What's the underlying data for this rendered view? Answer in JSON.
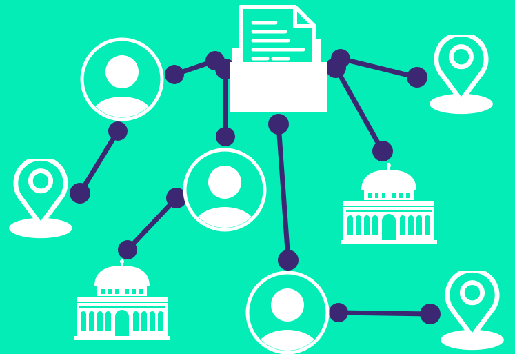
{
  "colors": {
    "background": "#05EDB7",
    "connector": "#3C2872",
    "foreground": "#FFFFFF"
  },
  "diagram": {
    "central_node": {
      "icon": "document-folder-icon"
    },
    "people": [
      {
        "id": "p1",
        "icon": "person-avatar-icon"
      },
      {
        "id": "p2",
        "icon": "person-avatar-icon"
      },
      {
        "id": "p3",
        "icon": "person-avatar-icon"
      }
    ],
    "locations": [
      {
        "id": "l1",
        "icon": "location-pin-icon"
      },
      {
        "id": "l2",
        "icon": "location-pin-icon"
      },
      {
        "id": "l3",
        "icon": "location-pin-icon"
      }
    ],
    "buildings": [
      {
        "id": "b1",
        "icon": "domed-building-icon"
      },
      {
        "id": "b2",
        "icon": "domed-building-icon"
      }
    ],
    "connections": [
      {
        "from": "folder",
        "to": "p1"
      },
      {
        "from": "folder",
        "to": "p2"
      },
      {
        "from": "folder",
        "to": "p3"
      },
      {
        "from": "folder",
        "to": "l1"
      },
      {
        "from": "folder",
        "to": "b1"
      },
      {
        "from": "p1",
        "to": "l2"
      },
      {
        "from": "p2",
        "to": "b2"
      },
      {
        "from": "p3",
        "to": "l3"
      }
    ]
  }
}
